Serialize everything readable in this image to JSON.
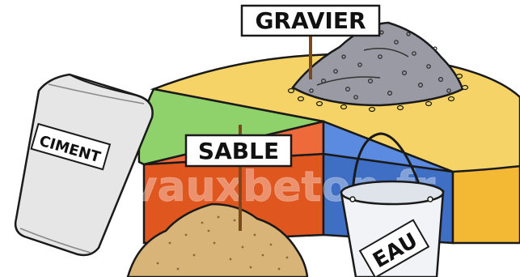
{
  "labels": {
    "gravier": "GRAVIER",
    "sable": "SABLE",
    "ciment": "CIMENT",
    "eau": "EAU"
  },
  "watermark": "travauxbeton.fr",
  "colors": {
    "gravel_slice": "#f6d366",
    "cement_slice": "#8fd16b",
    "sand_slice": "#ef6a3a",
    "water_slice": "#4f7fd1",
    "gravel_pile": "#9a9aa4",
    "sand_pile": "#d8b478",
    "cement_bag": "#e6e6e6",
    "bucket": "#f1f3f7",
    "outline": "#1a1a1a"
  }
}
